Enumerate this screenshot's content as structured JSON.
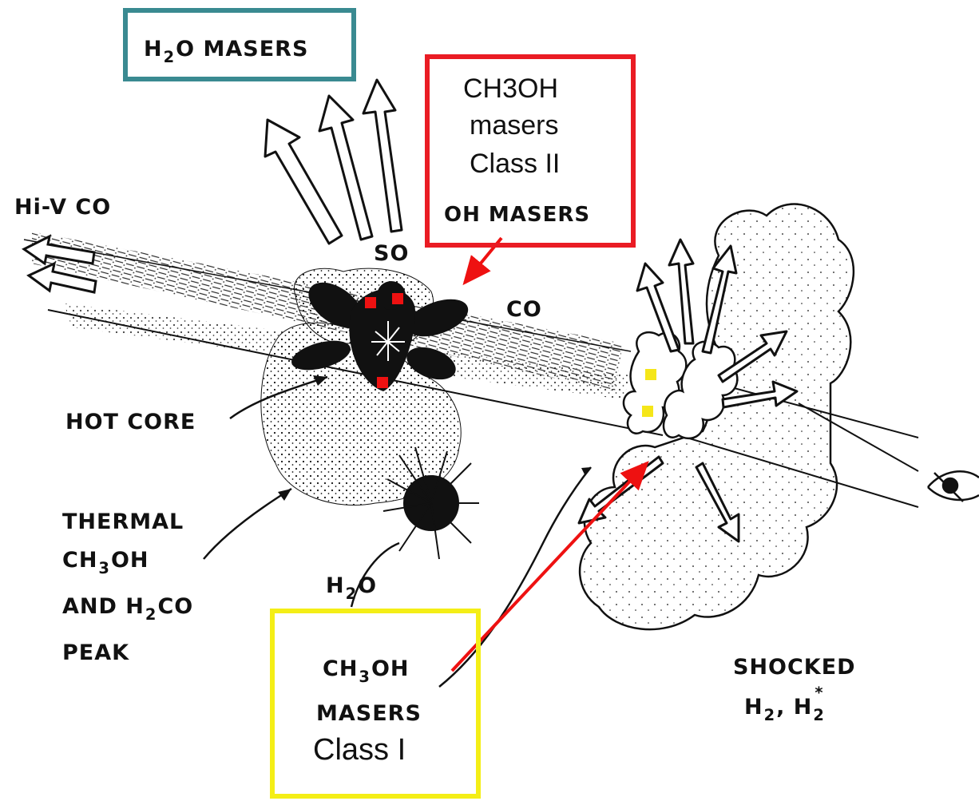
{
  "colors": {
    "teal_box": "#3a8a91",
    "red_box": "#ea1c24",
    "yellow_box": "#f4ee16",
    "red_marker": "#ee1111",
    "yellow_marker": "#f5e619",
    "ink": "#111111"
  },
  "labels": {
    "h2o_masers": {
      "pre": "H",
      "sub": "2",
      "post": "O MASERS"
    },
    "ch3oh_class2": {
      "line1": "CH3OH",
      "line2": "masers",
      "line3": "Class II",
      "line4": "OH MASERS"
    },
    "hi_v_co": "Hi-V CO",
    "so": "SO",
    "co": "CO",
    "hot_core": "HOT CORE",
    "thermal": {
      "line1": "THERMAL",
      "line2_pre": "CH",
      "line2_sub": "3",
      "line2_post": "OH",
      "line3_pre": "AND H",
      "line3_sub": "2",
      "line3_post": "CO",
      "line4": "PEAK"
    },
    "h2o": {
      "pre": "H",
      "sub": "2",
      "post": "O"
    },
    "ch3oh_class1": {
      "line1_pre": "CH",
      "line1_sub": "3",
      "line1_post": "OH",
      "line2": "MASERS",
      "line3": "Class I"
    },
    "shocked": {
      "line1": "SHOCKED",
      "line2_a": "H",
      "line2_a_sub": "2",
      "line2_sep": ", H",
      "line2_b_sup": "*",
      "line2_b_sub": "2"
    }
  },
  "icons": [
    "eye-icon"
  ]
}
